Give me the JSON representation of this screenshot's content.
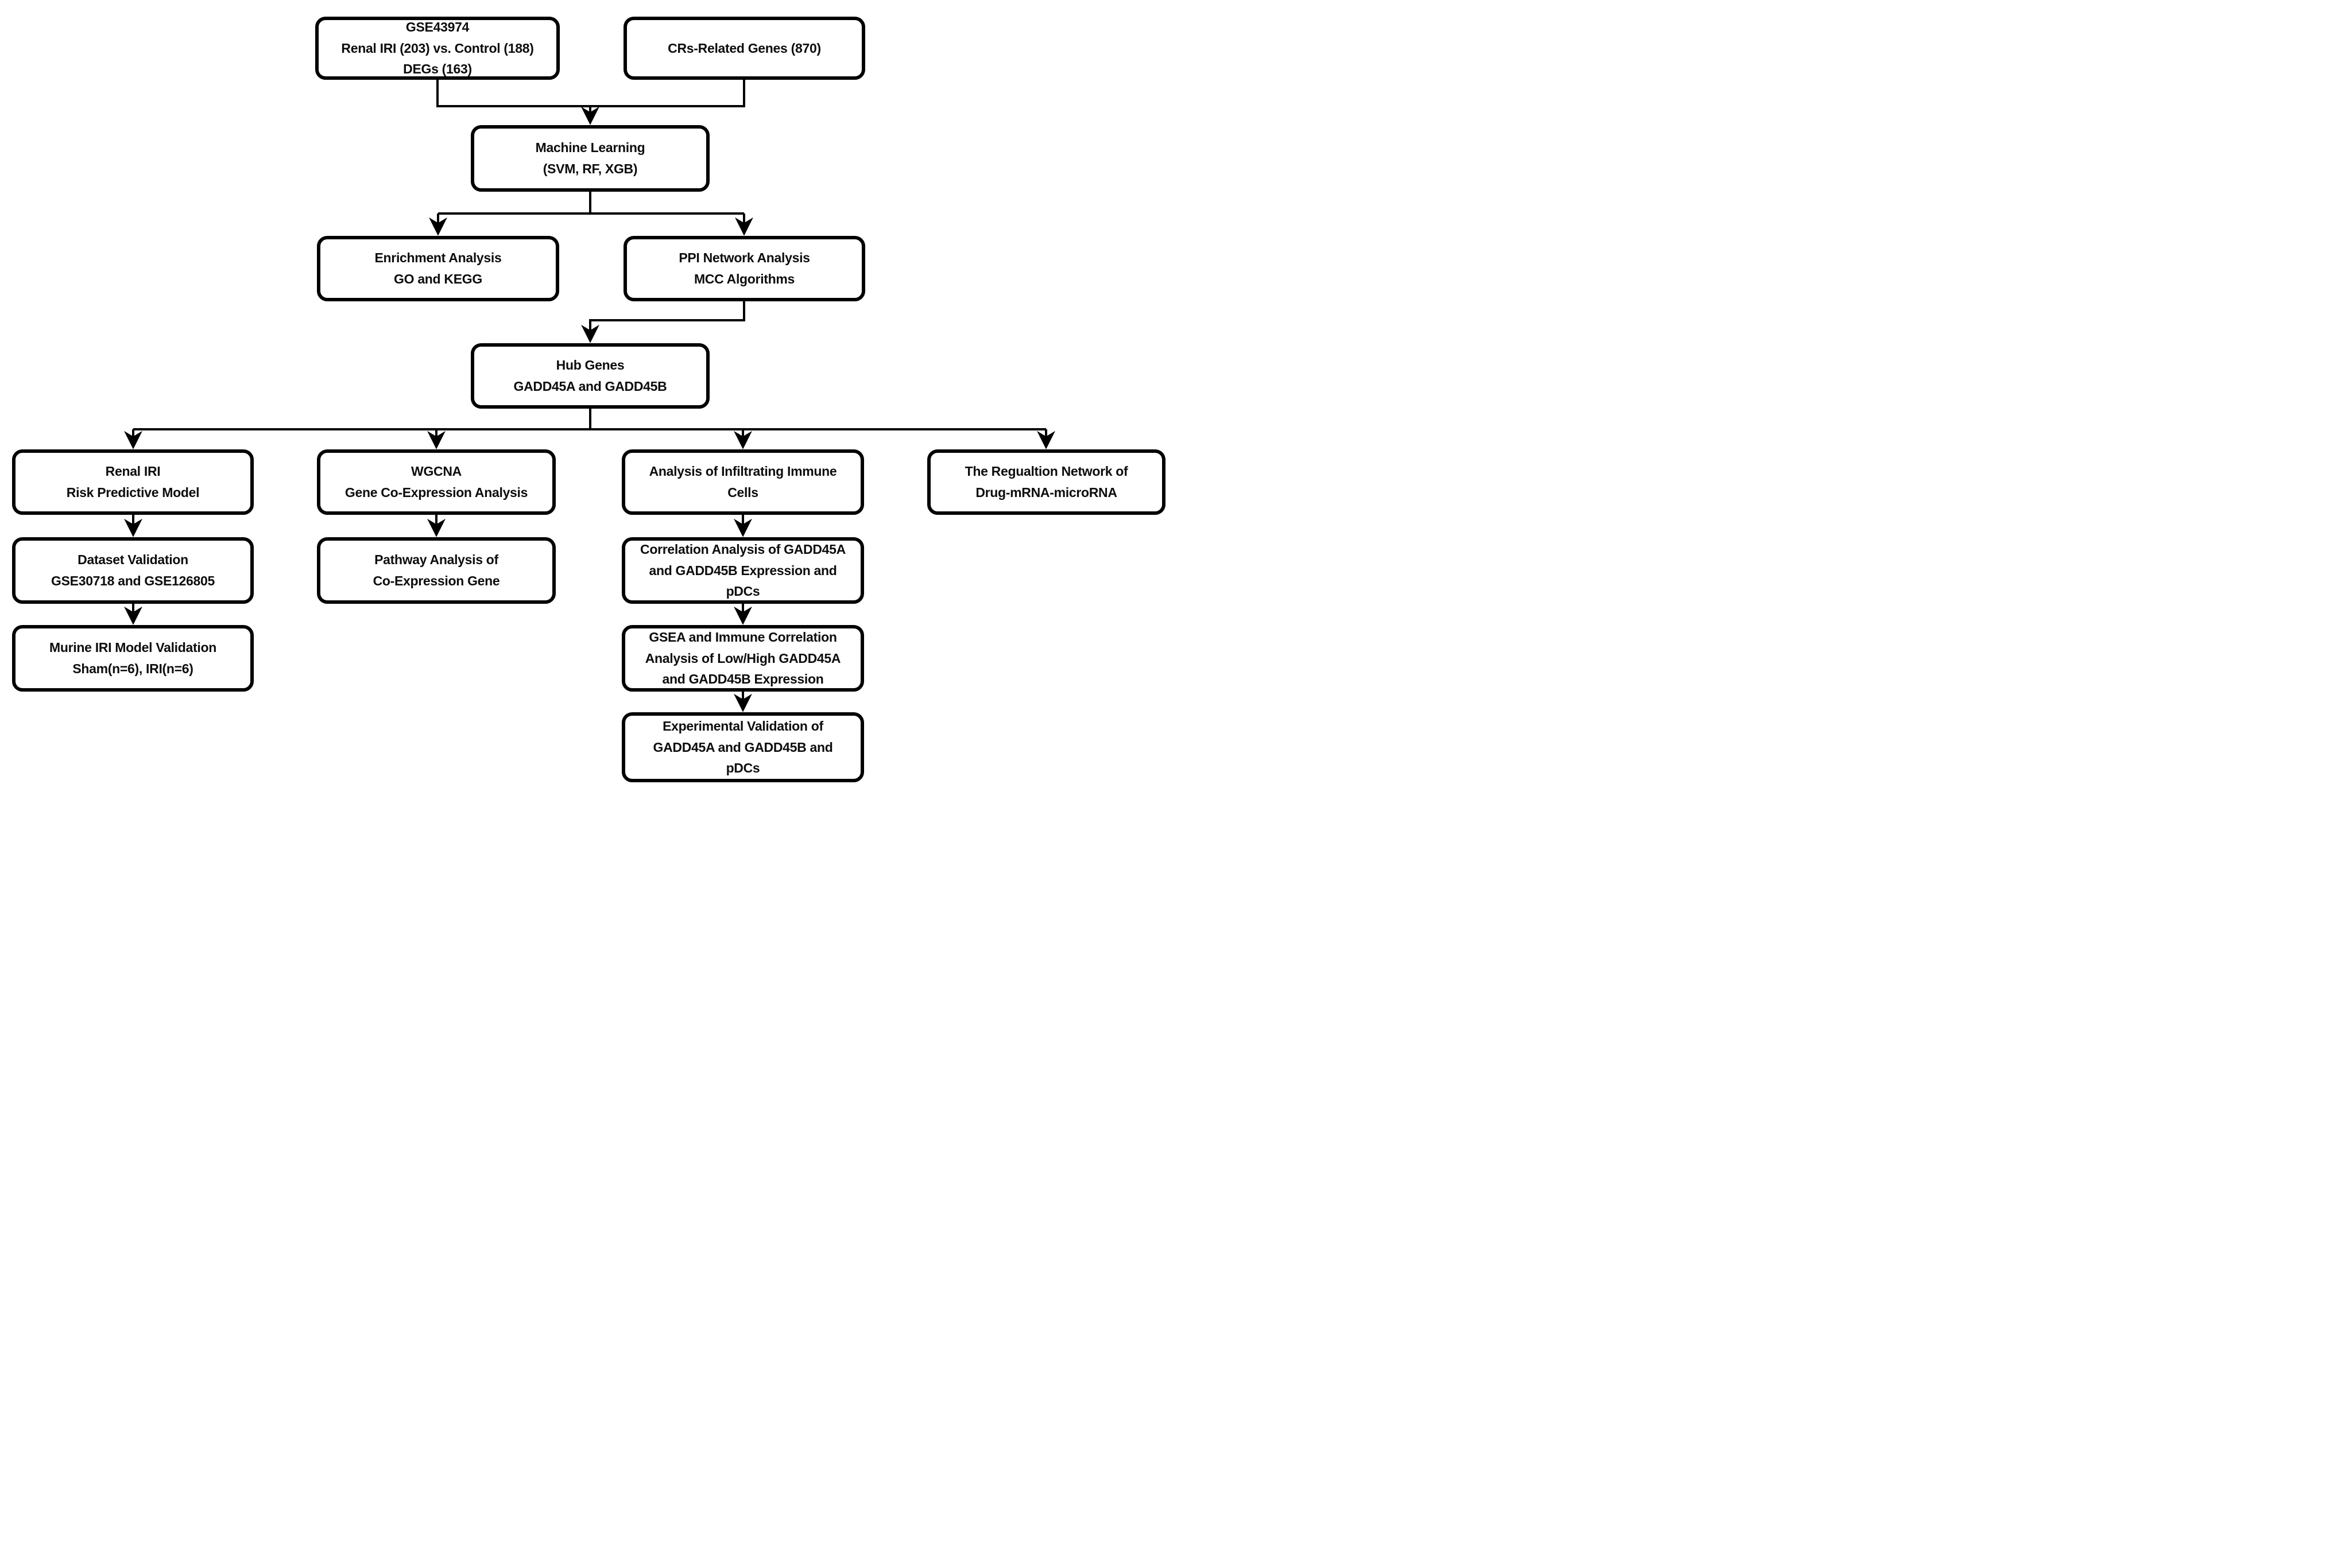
{
  "flowchart": {
    "type": "flowchart",
    "colors": {
      "stroke": "#000000",
      "background": "#ffffff",
      "text": "#0d0d0d"
    },
    "nodes": {
      "degs": {
        "lines": [
          "GSE43974",
          "Renal IRI (203) vs. Control (188)",
          "DEGs (163)"
        ]
      },
      "crs": {
        "lines": [
          "CRs-Related Genes (870)"
        ]
      },
      "ml": {
        "lines": [
          "Machine Learning",
          "(SVM, RF, XGB)"
        ]
      },
      "enrichment": {
        "lines": [
          "Enrichment Analysis",
          "GO and KEGG"
        ]
      },
      "ppi": {
        "lines": [
          "PPI Network Analysis",
          "MCC Algorithms"
        ]
      },
      "hub": {
        "lines": [
          "Hub Genes",
          "GADD45A and GADD45B"
        ]
      },
      "risk": {
        "lines": [
          "Renal IRI",
          "Risk Predictive Model"
        ]
      },
      "wgcna": {
        "lines": [
          "WGCNA",
          "Gene Co-Expression Analysis"
        ]
      },
      "immune": {
        "lines": [
          "Analysis of Infiltrating Immune",
          "Cells"
        ]
      },
      "regulation": {
        "lines": [
          "The Regualtion Network of",
          "Drug-mRNA-microRNA"
        ]
      },
      "dataset": {
        "lines": [
          "Dataset Validation",
          "GSE30718 and GSE126805"
        ]
      },
      "pathway": {
        "lines": [
          "Pathway Analysis of",
          "Co-Expression Gene"
        ]
      },
      "correlation": {
        "lines": [
          "Correlation Analysis of GADD45A",
          "and GADD45B Expression and",
          "pDCs"
        ]
      },
      "murine": {
        "lines": [
          "Murine IRI Model Validation",
          "Sham(n=6), IRI(n=6)"
        ]
      },
      "gsea": {
        "lines": [
          "GSEA and Immune Correlation",
          "Analysis of Low/High GADD45A",
          "and GADD45B Expression"
        ]
      },
      "experimental": {
        "lines": [
          "Experimental Validation of",
          "GADD45A and GADD45B and",
          "pDCs"
        ]
      }
    }
  }
}
